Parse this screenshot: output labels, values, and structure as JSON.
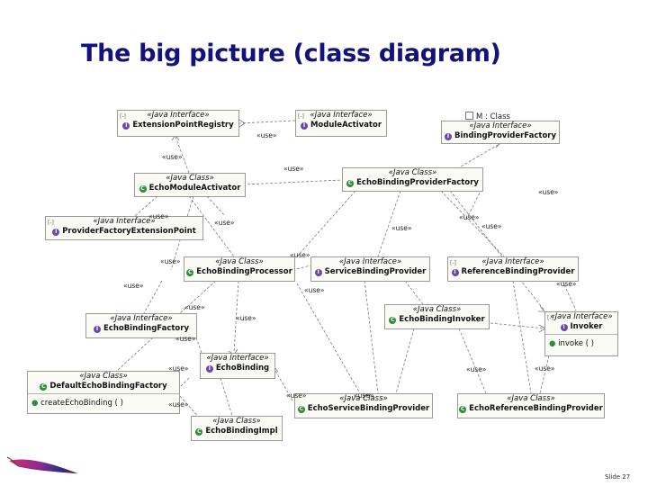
{
  "title": "The big picture (class diagram)",
  "slide_label": "Slide 27",
  "note": "M : Class",
  "relation_label": "«use»",
  "boxes": {
    "extension_point_registry": {
      "stereotype": "«Java Interface»",
      "name": "ExtensionPointRegistry"
    },
    "module_activator": {
      "stereotype": "«Java Interface»",
      "name": "ModuleActivator"
    },
    "binding_provider_factory": {
      "stereotype": "«Java Interface»",
      "name": "BindingProviderFactory"
    },
    "echo_module_activator": {
      "stereotype": "«Java Class»",
      "name": "EchoModuleActivator"
    },
    "echo_binding_provider_factory": {
      "stereotype": "«Java Class»",
      "name": "EchoBindingProviderFactory"
    },
    "provider_factory_extension_point": {
      "stereotype": "«Java Interface»",
      "name": "ProviderFactoryExtensionPoint"
    },
    "echo_binding_processor": {
      "stereotype": "«Java Class»",
      "name": "EchoBindingProcessor"
    },
    "service_binding_provider": {
      "stereotype": "«Java Interface»",
      "name": "ServiceBindingProvider"
    },
    "reference_binding_provider": {
      "stereotype": "«Java Interface»",
      "name": "ReferenceBindingProvider"
    },
    "echo_binding_factory": {
      "stereotype": "«Java Interface»",
      "name": "EchoBindingFactory"
    },
    "echo_binding_invoker": {
      "stereotype": "«Java Class»",
      "name": "EchoBindingInvoker"
    },
    "invoker": {
      "stereotype": "«Java Interface»",
      "name": "Invoker",
      "method": "invoke ( )"
    },
    "echo_binding": {
      "stereotype": "«Java Interface»",
      "name": "EchoBinding"
    },
    "default_echo_binding_factory": {
      "stereotype": "«Java Class»",
      "name": "DefaultEchoBindingFactory",
      "method": "createEchoBinding ( )"
    },
    "echo_service_binding_provider": {
      "stereotype": "«Java Class»",
      "name": "EchoServiceBindingProvider"
    },
    "echo_reference_binding_provider": {
      "stereotype": "«Java Class»",
      "name": "EchoReferenceBindingProvider"
    },
    "echo_binding_impl": {
      "stereotype": "«Java Class»",
      "name": "EchoBindingImpl"
    }
  },
  "colors": {
    "title": "#12127a",
    "class_icon": "#2e8b3a",
    "interface_icon": "#6a4aa8",
    "box_fill": "#fbfbf6",
    "line": "#7a7a7a"
  }
}
